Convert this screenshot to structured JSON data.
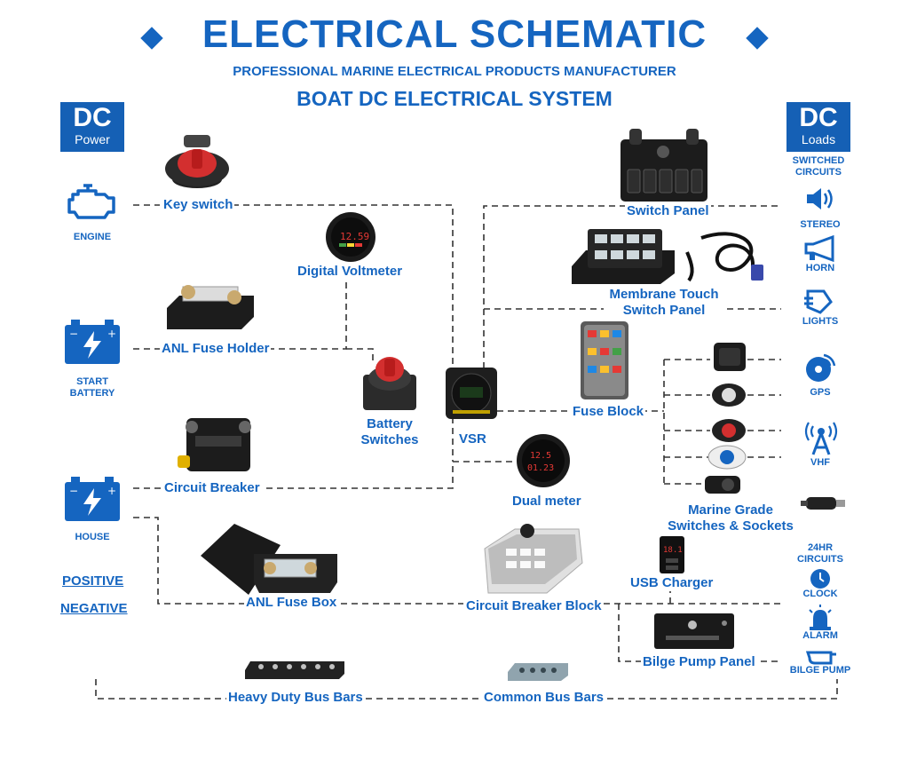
{
  "header": {
    "title": "ELECTRICAL SCHEMATIC",
    "subtitle": "PROFESSIONAL MARINE ELECTRICAL PRODUCTS MANUFACTURER",
    "system_title": "BOAT DC ELECTRICAL SYSTEM"
  },
  "dc_power": {
    "big": "DC",
    "small": "Power"
  },
  "dc_loads": {
    "big": "DC",
    "small": "Loads"
  },
  "left_icons": {
    "engine": "ENGINE",
    "start_battery_1": "START",
    "start_battery_2": "BATTERY",
    "house": "HOUSE"
  },
  "legend": {
    "positive": "POSITIVE",
    "negative": "NEGATIVE"
  },
  "components": {
    "key_switch": "Key switch",
    "digital_voltmeter": "Digital Voltmeter",
    "anl_fuse_holder": "ANL Fuse Holder",
    "battery_switches_1": "Battery",
    "battery_switches_2": "Switches",
    "vsr": "VSR",
    "circuit_breaker": "Circuit Breaker",
    "dual_meter": "Dual meter",
    "switch_panel": "Switch Panel",
    "membrane_1": "Membrane Touch",
    "membrane_2": "Switch Panel",
    "fuse_block": "Fuse Block",
    "marine_grade_1": "Marine Grade",
    "marine_grade_2": "Switches & Sockets",
    "usb_charger": "USB Charger",
    "anl_fuse_box": "ANL Fuse Box",
    "circuit_breaker_block": "Circuit Breaker Block",
    "bilge_pump_panel": "Bilge Pump Panel",
    "heavy_duty_bus_bars": "Heavy Duty Bus Bars",
    "common_bus_bars": "Common Bus Bars"
  },
  "product_text": {
    "voltmeter_reading": "12.59",
    "dual_meter_v": "12.5",
    "dual_meter_a": "01.23",
    "usb_display": "18.1"
  },
  "right_icons": {
    "switched_1": "SWITCHED",
    "switched_2": "CIRCUITS",
    "stereo": "STEREO",
    "horn": "HORN",
    "lights": "LIGHTS",
    "gps": "GPS",
    "vhf": "VHF",
    "hr24_1": "24HR",
    "hr24_2": "CIRCUITS",
    "clock": "CLOCK",
    "alarm": "ALARM",
    "bilge_pump": "BILGE PUMP"
  },
  "colors": {
    "brand_blue": "#1565c0",
    "dark": "#2b2b2b",
    "accent_red": "#d32f2f"
  }
}
